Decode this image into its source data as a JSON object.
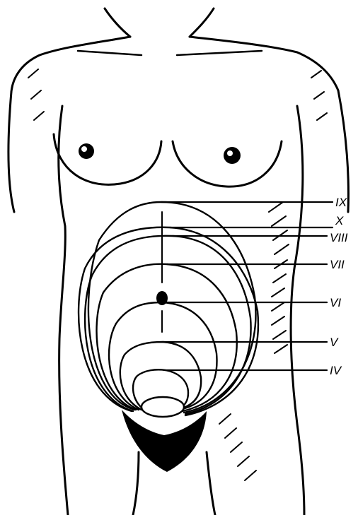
{
  "diagram": {
    "subject": "fundal-height-by-month",
    "labels": [
      {
        "id": "ix",
        "text": "IX"
      },
      {
        "id": "x",
        "text": "X"
      },
      {
        "id": "viii",
        "text": "VIII"
      },
      {
        "id": "vii",
        "text": "VII"
      },
      {
        "id": "vi",
        "text": "VI"
      },
      {
        "id": "v",
        "text": "V"
      },
      {
        "id": "iv",
        "text": "IV"
      }
    ],
    "colors": {
      "ink": "#000000",
      "paper": "#ffffff"
    }
  }
}
